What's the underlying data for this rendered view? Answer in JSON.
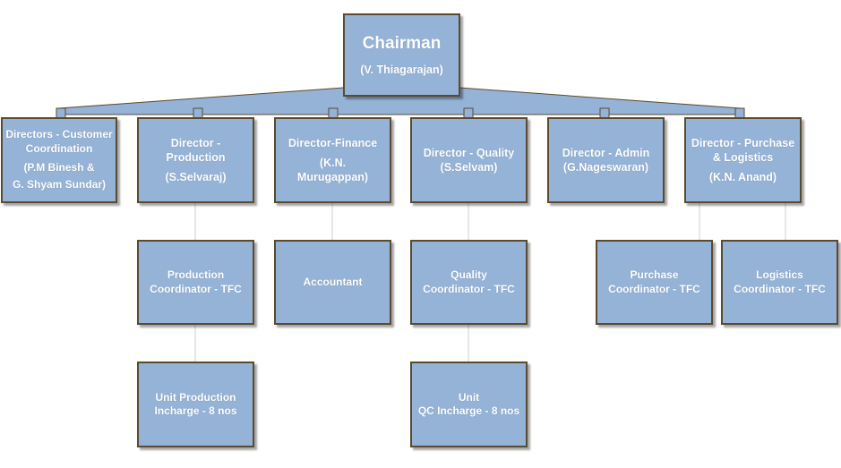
{
  "chairman": {
    "title": "Chairman",
    "name": "(V. Thiagarajan)"
  },
  "directors": [
    {
      "lines": [
        "Directors - Customer",
        "Coordination",
        "(P.M Binesh &",
        "G. Shyam Sundar)"
      ]
    },
    {
      "lines": [
        "Director -",
        "Production",
        "(S.Selvaraj)"
      ]
    },
    {
      "lines": [
        "Director-Finance",
        "(K.N.",
        "Murugappan)"
      ]
    },
    {
      "lines": [
        "Director - Quality",
        "(S.Selvam)"
      ]
    },
    {
      "lines": [
        "Director - Admin",
        "(G.Nageswaran)"
      ]
    },
    {
      "lines": [
        "Director - Purchase",
        "& Logistics",
        "(K.N. Anand)"
      ]
    }
  ],
  "level3": [
    {
      "lines": [
        "Production",
        "Coordinator - TFC"
      ]
    },
    {
      "lines": [
        "Accountant"
      ]
    },
    {
      "lines": [
        "Quality",
        "Coordinator - TFC"
      ]
    },
    {
      "lines": [
        "Purchase",
        "Coordinator - TFC"
      ]
    },
    {
      "lines": [
        "Logistics",
        "Coordinator - TFC"
      ]
    }
  ],
  "level4": [
    {
      "lines": [
        "Unit Production",
        "Incharge - 8 nos"
      ]
    },
    {
      "lines": [
        "Unit",
        "QC Incharge - 8 nos"
      ]
    }
  ],
  "colors": {
    "box_fill": "#95b3d7",
    "box_border": "#5a4a2f",
    "text": "#ffffff"
  }
}
